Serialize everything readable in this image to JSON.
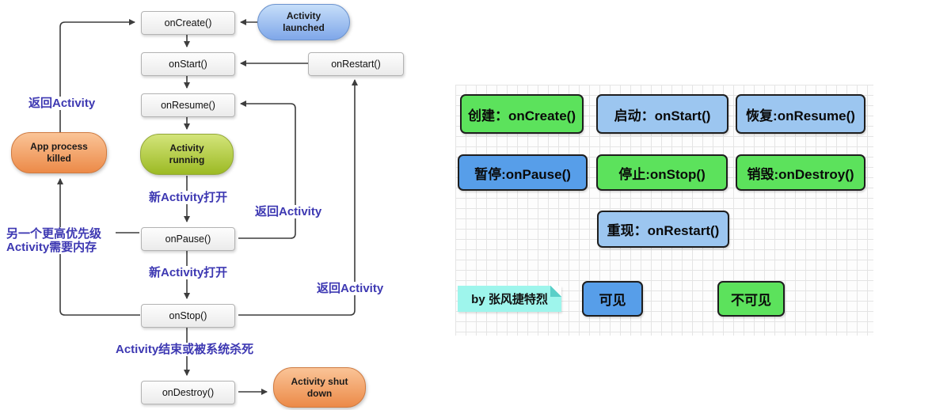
{
  "diagram": {
    "lifecycle_boxes": {
      "on_create": "onCreate()",
      "on_start": "onStart()",
      "on_restart": "onRestart()",
      "on_resume": "onResume()",
      "on_pause": "onPause()",
      "on_stop": "onStop()",
      "on_destroy": "onDestroy()"
    },
    "state_nodes": {
      "launched": "Activity launched",
      "running": "Activity running",
      "killed": "App process killed",
      "shutdown": "Activity shut down"
    },
    "edge_labels": {
      "return_activity_1": "返回Activity",
      "new_activity_1": "新Activity打开",
      "return_activity_2": "返回Activity",
      "new_activity_2": "新Activity打开",
      "return_activity_3": "返回Activity",
      "finish_label": "Activity结束或被系统杀死",
      "memory_label_line1": "另一个更高优先级",
      "memory_label_line2": "Activity需要内存"
    }
  },
  "legend": {
    "boxes": [
      {
        "label": "创建：onCreate()",
        "variant": "green"
      },
      {
        "label": "启动：onStart()",
        "variant": "light-blue"
      },
      {
        "label": "恢复:onResume()",
        "variant": "light-blue"
      },
      {
        "label": "暂停:onPause()",
        "variant": "blue"
      },
      {
        "label": "停止:onStop()",
        "variant": "green"
      },
      {
        "label": "销毁:onDestroy()",
        "variant": "green"
      },
      {
        "label": "重现：onRestart()",
        "variant": "light-blue"
      }
    ],
    "note": "by 张风捷特烈",
    "visible_label": "可见",
    "invisible_label": "不可见"
  },
  "colors": {
    "edge_label_blue": "#3d38b2",
    "legend_green": "#5ce25c",
    "legend_light_blue": "#9cc6f0",
    "legend_blue": "#579ee9",
    "note_cyan": "#9ef5ec",
    "state_orange": "#ec8a48",
    "state_green": "#9cba24",
    "state_blue": "#7fa7e9",
    "flow_box_gray": "#ebebeb",
    "arrow_gray": "#3d3d3d"
  }
}
